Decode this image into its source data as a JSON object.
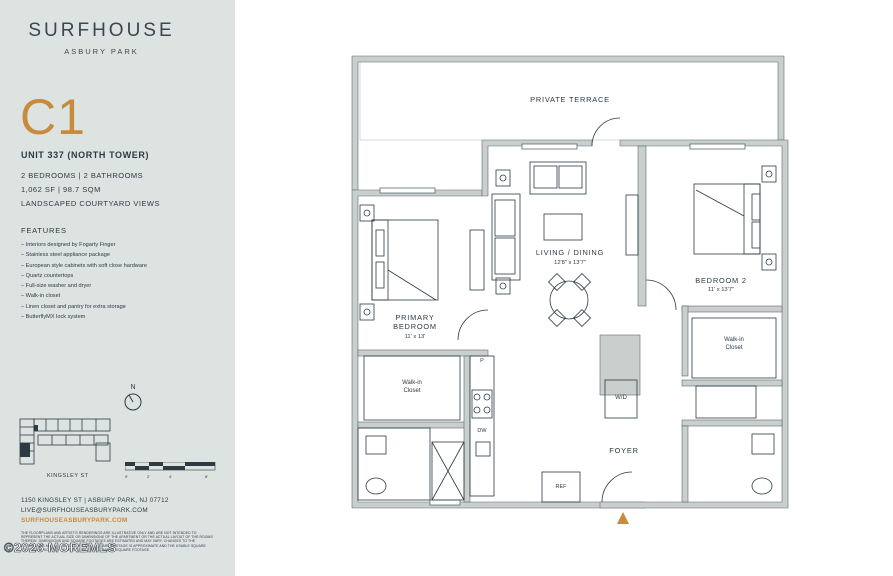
{
  "brand": {
    "name": "SURFHOUSE",
    "location": "ASBURY PARK"
  },
  "unit": {
    "code": "C1",
    "title": "UNIT 337 (NORTH TOWER)",
    "rooms": "2 BEDROOMS | 2 BATHROOMS",
    "size": "1,062 SF | 98.7 SQM",
    "views": "LANDSCAPED COURTYARD VIEWS"
  },
  "features": {
    "heading": "FEATURES",
    "items": [
      "– Interiors designed by Fogarty Finger",
      "– Stainless steel appliance package",
      "– European style cabinets with soft close hardware",
      "– Quartz countertops",
      "– Full-size washer and dryer",
      "– Walk-in closet",
      "– Linen closet and pantry for extra storage",
      "– ButterflyMX lock system"
    ]
  },
  "compass": {
    "label": "N"
  },
  "keymap": {
    "street": "KINGSLEY ST"
  },
  "scale": {
    "ticks": [
      "0'",
      "2'",
      "4'",
      "8'"
    ]
  },
  "contact": {
    "address": "1150 KINGSLEY ST | ASBURY PARK, NJ 07712",
    "email": "LIVE@SURFHOUSEASBURYPARK.COM",
    "website": "SURFHOUSEASBURYPARK.COM"
  },
  "disclaimer": "THE FLOORPLANS AND ARTIST'S RENDERINGS ARE ILLUSTRATIVE ONLY AND ARE NOT INTENDED TO REPRESENT THE ACTUAL SIZE OR DIMENSIONS OF THE APARTMENT OR THE ACTUAL LAYOUT OF THE ROOMS THEREIN. DIMENSIONS AND SQUARE FOOTAGES ARE ESTIMATED AND MAY VARY. CHANGES TO THE FLOORPLANS MAY BE MADE AT ANY TIME. SQUARE FOOTAGE IS APPROXIMATE AND THE USABLE SQUARE FOOTAGE WHICH MAY BE LESS THAN THE ESTIMATED SQUARE FOOTAGE.",
  "watermark": "©2026 MOREMLS",
  "plan": {
    "terrace": "PRIVATE TERRACE",
    "living": {
      "name": "LIVING / DINING",
      "dim": "12'8\" x 13'7\""
    },
    "primary": {
      "name1": "PRIMARY",
      "name2": "BEDROOM",
      "dim": "11' x 13'"
    },
    "bedroom2": {
      "name": "BEDROOM 2",
      "dim": "11' x 13'7\""
    },
    "walkin1": {
      "l1": "Walk-in",
      "l2": "Closet"
    },
    "walkin2": {
      "l1": "Walk-in",
      "l2": "Closet"
    },
    "foyer": "FOYER",
    "wd": "W/D",
    "pantry": "P",
    "dishwasher": "DW",
    "fridge": "REF"
  },
  "colors": {
    "accent": "#c88a3d",
    "sidebar": "#dde3e1",
    "ink": "#2c3a44",
    "wall": "#c8cfcd"
  }
}
